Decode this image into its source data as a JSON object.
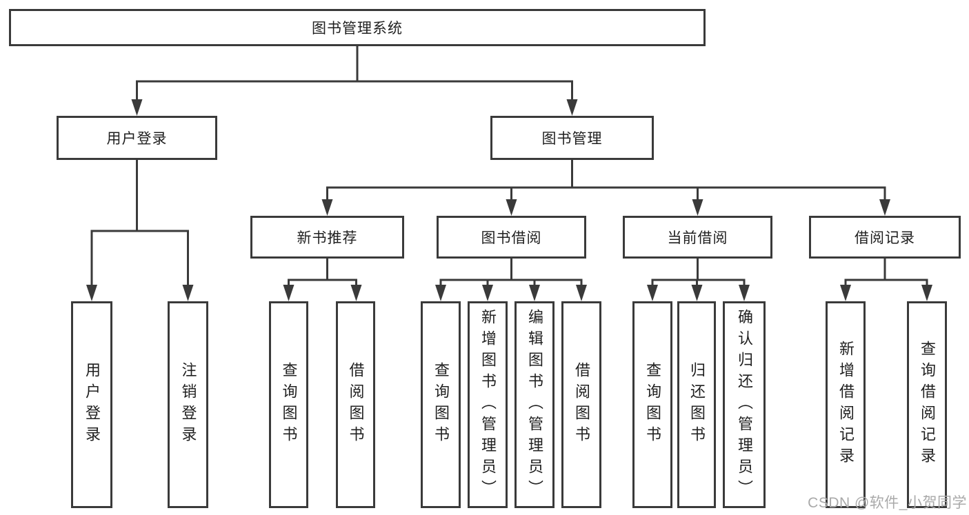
{
  "tree": {
    "label": "图书管理系统",
    "children": [
      {
        "label": "用户登录",
        "children": [
          {
            "label": "用户登录"
          },
          {
            "label": "注销登录"
          }
        ]
      },
      {
        "label": "图书管理",
        "children": [
          {
            "label": "新书推荐",
            "children": [
              {
                "label": "查询图书"
              },
              {
                "label": "借阅图书"
              }
            ]
          },
          {
            "label": "图书借阅",
            "children": [
              {
                "label": "查询图书"
              },
              {
                "label": "新增图书（管理员）"
              },
              {
                "label": "编辑图书（管理员）"
              },
              {
                "label": "借阅图书"
              }
            ]
          },
          {
            "label": "当前借阅",
            "children": [
              {
                "label": "查询图书"
              },
              {
                "label": "归还图书"
              },
              {
                "label": "确认归还（管理员）"
              }
            ]
          },
          {
            "label": "借阅记录",
            "children": [
              {
                "label": "新增借阅记录"
              },
              {
                "label": "查询借阅记录"
              }
            ]
          }
        ]
      }
    ]
  },
  "watermark": {
    "text": "CSDN @软件_小贺同学"
  },
  "colors": {
    "line": "#3a3a3a",
    "text": "#1f1f1f",
    "watermark": "#a9a9a9",
    "background": "#ffffff"
  }
}
